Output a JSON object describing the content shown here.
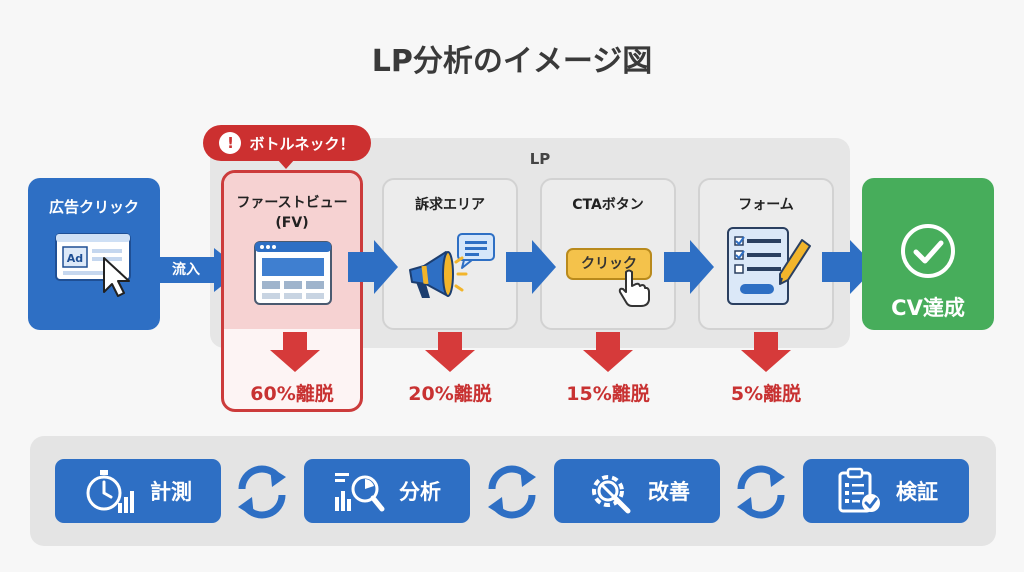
{
  "title": "LP分析のイメージ図",
  "lp_label": "LP",
  "bottleneck_badge": "ボトルネック！",
  "bottleneck_icon": "!",
  "ad_click": {
    "label": "広告クリック",
    "ad_text": "Ad"
  },
  "inflow_label": "流入",
  "sections": [
    {
      "title_line1": "ファーストビュー",
      "title_line2": "(FV)",
      "dropout": "60%離脱"
    },
    {
      "title_line1": "訴求エリア",
      "title_line2": "",
      "dropout": "20%離脱"
    },
    {
      "title_line1": "CTAボタン",
      "title_line2": "",
      "dropout": "15%離脱",
      "button_text": "クリック"
    },
    {
      "title_line1": "フォーム",
      "title_line2": "",
      "dropout": "5%離脱"
    }
  ],
  "cv_label": "CV達成",
  "cycle": [
    {
      "label": "計測",
      "icon": "stopwatch-chart-icon"
    },
    {
      "label": "分析",
      "icon": "magnifier-chart-icon"
    },
    {
      "label": "改善",
      "icon": "gear-wrench-icon"
    },
    {
      "label": "検証",
      "icon": "clipboard-check-icon"
    }
  ],
  "colors": {
    "blue": "#2e6fc4",
    "red": "#cc3030",
    "green": "#47ad5b",
    "highlight": "#f6d2d2"
  }
}
